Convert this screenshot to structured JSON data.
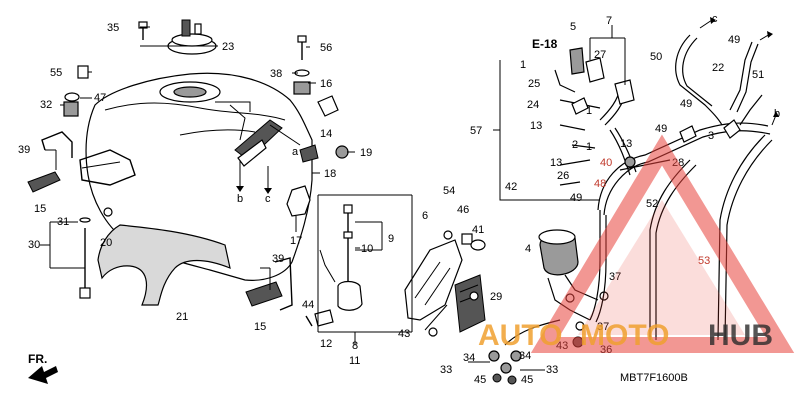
{
  "diagram_code": "MBT7F1600B",
  "section_ref": "E-18",
  "front_marker": "FR.",
  "watermark": {
    "part_a": "AUTO",
    "part_b": "MOTO",
    "part_c": "HUB",
    "color_main": "#e8413a",
    "color_accent": "#f0a030",
    "color_dark": "#2b2b2b"
  },
  "letter_refs": {
    "a": "a",
    "b": "b",
    "c": "c"
  },
  "callouts": {
    "n1": "1",
    "n1b": "1",
    "n1c": "1",
    "n2": "2",
    "n3": "3",
    "n4": "4",
    "n5": "5",
    "n6": "6",
    "n7": "7",
    "n8": "8",
    "n9": "9",
    "n10": "10",
    "n11": "11",
    "n12": "12",
    "n13a": "13",
    "n13b": "13",
    "n13c": "13",
    "n14": "14",
    "n15a": "15",
    "n15b": "15",
    "n16": "16",
    "n17": "17",
    "n18": "18",
    "n19": "19",
    "n20": "20",
    "n21": "21",
    "n22": "22",
    "n23": "23",
    "n24": "24",
    "n25": "25",
    "n26": "26",
    "n27": "27",
    "n28": "28",
    "n29": "29",
    "n30": "30",
    "n31": "31",
    "n32": "32",
    "n33a": "33",
    "n33b": "33",
    "n34a": "34",
    "n34b": "34",
    "n35": "35",
    "n36": "36",
    "n37a": "37",
    "n37b": "37",
    "n38": "38",
    "n39a": "39",
    "n39b": "39",
    "n40": "40",
    "n41": "41",
    "n42": "42",
    "n43a": "43",
    "n43b": "43",
    "n44": "44",
    "n45a": "45",
    "n45b": "45",
    "n46": "46",
    "n47": "47",
    "n48": "48",
    "n49a": "49",
    "n49b": "49",
    "n49c": "49",
    "n50": "50",
    "n51": "51",
    "n52": "52",
    "n53": "53",
    "n54": "54",
    "n55": "55",
    "n56": "56",
    "n57": "57"
  }
}
